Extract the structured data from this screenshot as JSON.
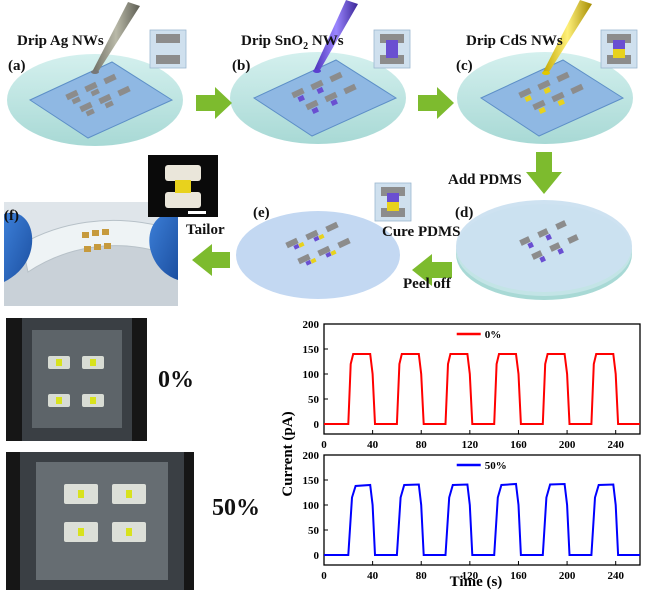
{
  "steps": {
    "a": {
      "letter": "(a)",
      "label": "Drip Ag NWs"
    },
    "b": {
      "letter": "(b)",
      "label_pre": "Drip SnO",
      "label_sub": "2",
      "label_post": " NWs"
    },
    "c": {
      "letter": "(c)",
      "label": "Drip CdS NWs"
    },
    "d": {
      "letter": "(d)",
      "label_above": "Add PDMS"
    },
    "e": {
      "letter": "(e)",
      "label_right": "Cure PDMS",
      "label_below": "Peel off"
    },
    "f": {
      "letter": "(f)",
      "label_right": "Tailor"
    }
  },
  "photos": {
    "strain_0_label": "0%",
    "strain_50_label": "50%"
  },
  "colors": {
    "substrate": "#9ec4e6",
    "dish": "#b9e3e0",
    "arrow": "#7dbb2e",
    "ag": "#8c8c8c",
    "sno2": "#6a4fd1",
    "cds": "#e8d21d",
    "series_0": "#ff0000",
    "series_50": "#0000ff"
  },
  "chart_data": [
    {
      "type": "line",
      "xlabel": "",
      "ylabel": "",
      "xlim": [
        0,
        260
      ],
      "ylim": [
        -20,
        200
      ],
      "xticks": [
        0,
        40,
        80,
        120,
        160,
        200,
        240
      ],
      "yticks": [
        0,
        50,
        100,
        150,
        200
      ],
      "legend": "top-center",
      "series": [
        {
          "name": "0%",
          "x": [
            0,
            20,
            22,
            24,
            38,
            40,
            42,
            60,
            62,
            64,
            78,
            80,
            82,
            100,
            102,
            104,
            118,
            120,
            122,
            140,
            142,
            144,
            158,
            160,
            162,
            180,
            182,
            184,
            198,
            200,
            202,
            220,
            222,
            224,
            238,
            240,
            242,
            260
          ],
          "y": [
            0,
            0,
            120,
            140,
            140,
            100,
            0,
            0,
            120,
            140,
            140,
            100,
            0,
            0,
            120,
            140,
            140,
            100,
            0,
            0,
            120,
            140,
            140,
            100,
            0,
            0,
            120,
            140,
            140,
            100,
            0,
            0,
            120,
            140,
            140,
            100,
            0,
            0
          ]
        }
      ]
    },
    {
      "type": "line",
      "xlabel": "Time (s)",
      "ylabel": "Current (pA)",
      "xlim": [
        0,
        260
      ],
      "ylim": [
        -20,
        200
      ],
      "xticks": [
        0,
        40,
        80,
        120,
        160,
        200,
        240
      ],
      "yticks": [
        0,
        50,
        100,
        150,
        200
      ],
      "legend": "top-center",
      "series": [
        {
          "name": "50%",
          "x": [
            0,
            20,
            23,
            26,
            38,
            40,
            42,
            60,
            63,
            66,
            78,
            80,
            82,
            100,
            103,
            106,
            118,
            120,
            122,
            140,
            143,
            146,
            158,
            160,
            162,
            180,
            183,
            186,
            198,
            200,
            202,
            220,
            223,
            226,
            238,
            240,
            242,
            260
          ],
          "y": [
            0,
            0,
            115,
            138,
            140,
            100,
            0,
            0,
            115,
            140,
            141,
            100,
            0,
            0,
            115,
            140,
            141,
            100,
            0,
            0,
            115,
            140,
            142,
            100,
            0,
            0,
            115,
            141,
            142,
            100,
            0,
            0,
            115,
            140,
            141,
            100,
            0,
            0
          ]
        }
      ]
    }
  ]
}
